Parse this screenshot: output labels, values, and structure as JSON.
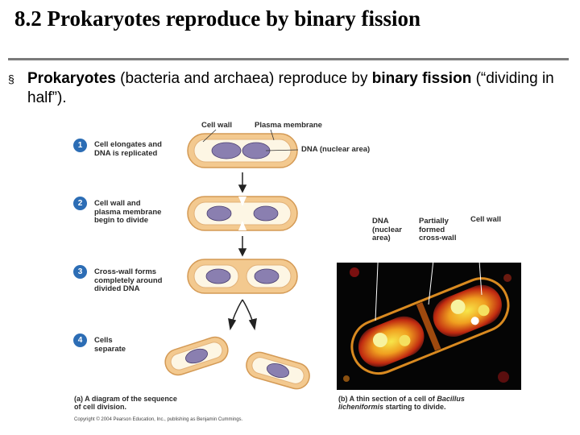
{
  "slide": {
    "title": "8.2 Prokaryotes reproduce by binary fission",
    "bullet": {
      "symbol": "§",
      "term1": "Prokaryotes",
      "text1": " (bacteria and archaea) reproduce by ",
      "term2": "binary fission",
      "text2": " (“dividing in half”)."
    }
  },
  "figure": {
    "top_labels": {
      "cell_wall": "Cell wall",
      "plasma_membrane": "Plasma membrane",
      "dna_nuclear_area": "DNA (nuclear area)"
    },
    "steps": [
      {
        "num": "1",
        "line1": "Cell elongates and",
        "line2": "DNA is replicated",
        "line3": ""
      },
      {
        "num": "2",
        "line1": "Cell wall and",
        "line2": "plasma membrane",
        "line3": "begin to divide"
      },
      {
        "num": "3",
        "line1": "Cross-wall forms",
        "line2": "completely around",
        "line3": "divided DNA"
      },
      {
        "num": "4",
        "line1": "Cells",
        "line2": "separate",
        "line3": ""
      }
    ],
    "micrograph_labels": {
      "dna": {
        "line1": "DNA",
        "line2": "(nuclear",
        "line3": "area)"
      },
      "cross_wall": {
        "line1": "Partially",
        "line2": "formed",
        "line3": "cross-wall"
      },
      "cell_wall": "Cell wall"
    },
    "caption_a": {
      "line1": "(a) A diagram of the sequence",
      "line2": "of cell division."
    },
    "caption_b": {
      "line1_prefix": "(b) A thin section of a cell of ",
      "line1_italic": "Bacillus",
      "line2_italic": "licheniformis",
      "line2_suffix": " starting to divide."
    },
    "copyright": "Copyright © 2004 Pearson Education, Inc., publishing as Benjamin Cummings.",
    "colors": {
      "cell_outer": "#f3c98f",
      "cell_inner": "#fdf6e4",
      "dna": "#8a7fb0",
      "step_badge": "#2c6db5"
    }
  }
}
